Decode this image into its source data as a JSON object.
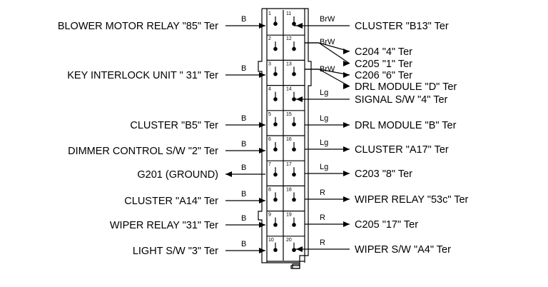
{
  "connector": {
    "left_pins": [
      "1",
      "2",
      "3",
      "4",
      "5",
      "6",
      "7",
      "8",
      "9",
      "10"
    ],
    "right_pins": [
      "11",
      "12",
      "13",
      "14",
      "15",
      "16",
      "17",
      "18",
      "19",
      "20"
    ]
  },
  "left_rows": [
    {
      "label": "BLOWER MOTOR RELAY \"85\" Ter",
      "color": "B",
      "dir": "in"
    },
    {
      "label": "KEY INTERLOCK UNIT \" 31\" Ter",
      "color": "B",
      "dir": "in"
    },
    {
      "label": "CLUSTER \"B5\" Ter",
      "color": "B",
      "dir": "in"
    },
    {
      "label": "DIMMER CONTROL S/W \"2\" Ter",
      "color": "B",
      "dir": "in"
    },
    {
      "label": "G201 (GROUND)",
      "color": "B",
      "dir": "out"
    },
    {
      "label": "CLUSTER \"A14\" Ter",
      "color": "B",
      "dir": "in"
    },
    {
      "label": "WIPER RELAY \"31\" Ter",
      "color": "B",
      "dir": "in"
    },
    {
      "label": "LIGHT S/W \"3\" Ter",
      "color": "B",
      "dir": "in"
    }
  ],
  "right_rows": [
    {
      "label": "CLUSTER \"B13\" Ter",
      "color": "BrW",
      "dir": "in"
    },
    {
      "label": "C204 \"4\" Ter",
      "color": "BrW",
      "dir": "out"
    },
    {
      "label": "C205 \"1\" Ter",
      "color": "",
      "dir": "out"
    },
    {
      "label": "C206 \"6\" Ter",
      "color": "BrW",
      "dir": "out"
    },
    {
      "label": "DRL MODULE \"D\" Ter",
      "color": "",
      "dir": "out"
    },
    {
      "label": "SIGNAL S/W \"4\" Ter",
      "color": "Lg",
      "dir": "in"
    },
    {
      "label": "DRL MODULE \"B\" Ter",
      "color": "Lg",
      "dir": "out"
    },
    {
      "label": "CLUSTER \"A17\" Ter",
      "color": "Lg",
      "dir": "out"
    },
    {
      "label": "C203 \"8\" Ter",
      "color": "Lg",
      "dir": "out"
    },
    {
      "label": "WIPER RELAY \"53c\" Ter",
      "color": "R",
      "dir": "out"
    },
    {
      "label": "C205 \"17\" Ter",
      "color": "R",
      "dir": "out"
    },
    {
      "label": "WIPER S/W \"A4\" Ter",
      "color": "R",
      "dir": "in"
    }
  ]
}
